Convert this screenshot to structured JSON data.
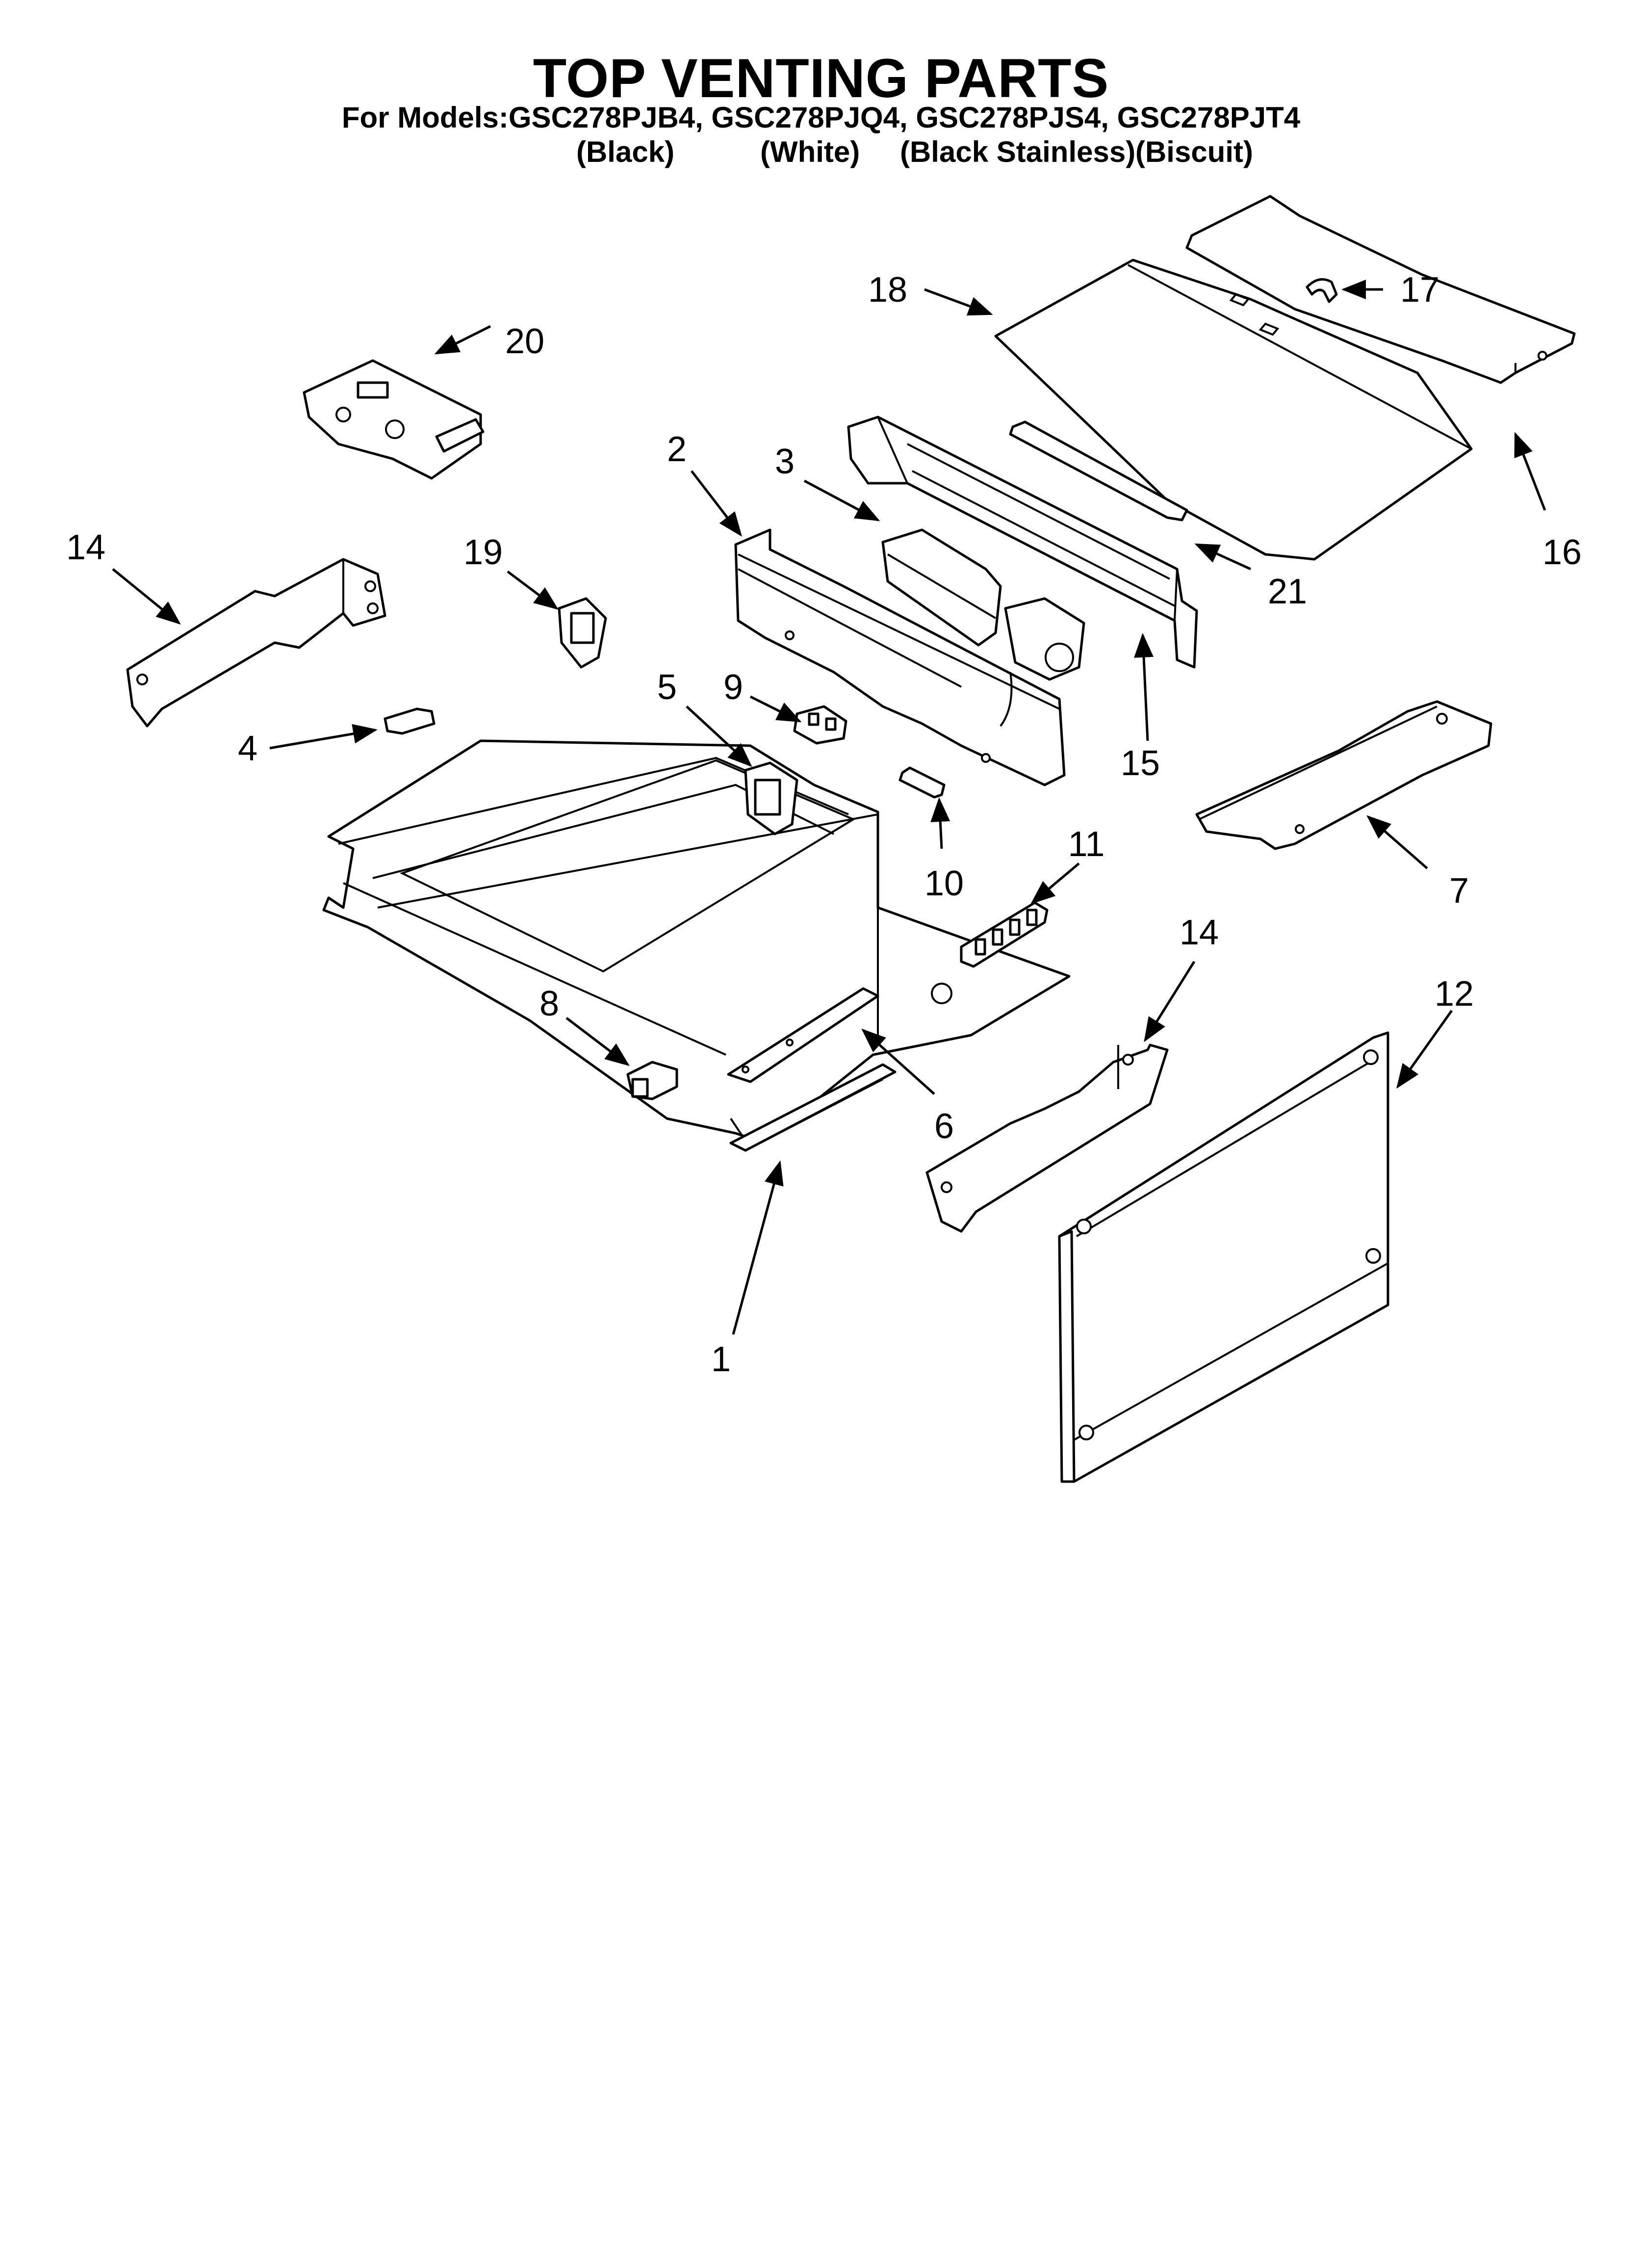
{
  "header": {
    "title": "TOP VENTING PARTS",
    "models_line": "For Models:GSC278PJB4, GSC278PJQ4, GSC278PJS4, GSC278PJT4",
    "variants": [
      "(Black)",
      "(White)",
      "(Black Stainless)",
      "(Biscuit)"
    ]
  },
  "callouts": [
    "1",
    "2",
    "3",
    "4",
    "5",
    "6",
    "7",
    "8",
    "9",
    "10",
    "11",
    "12",
    "14",
    "14",
    "15",
    "16",
    "17",
    "18",
    "19",
    "20",
    "21"
  ]
}
